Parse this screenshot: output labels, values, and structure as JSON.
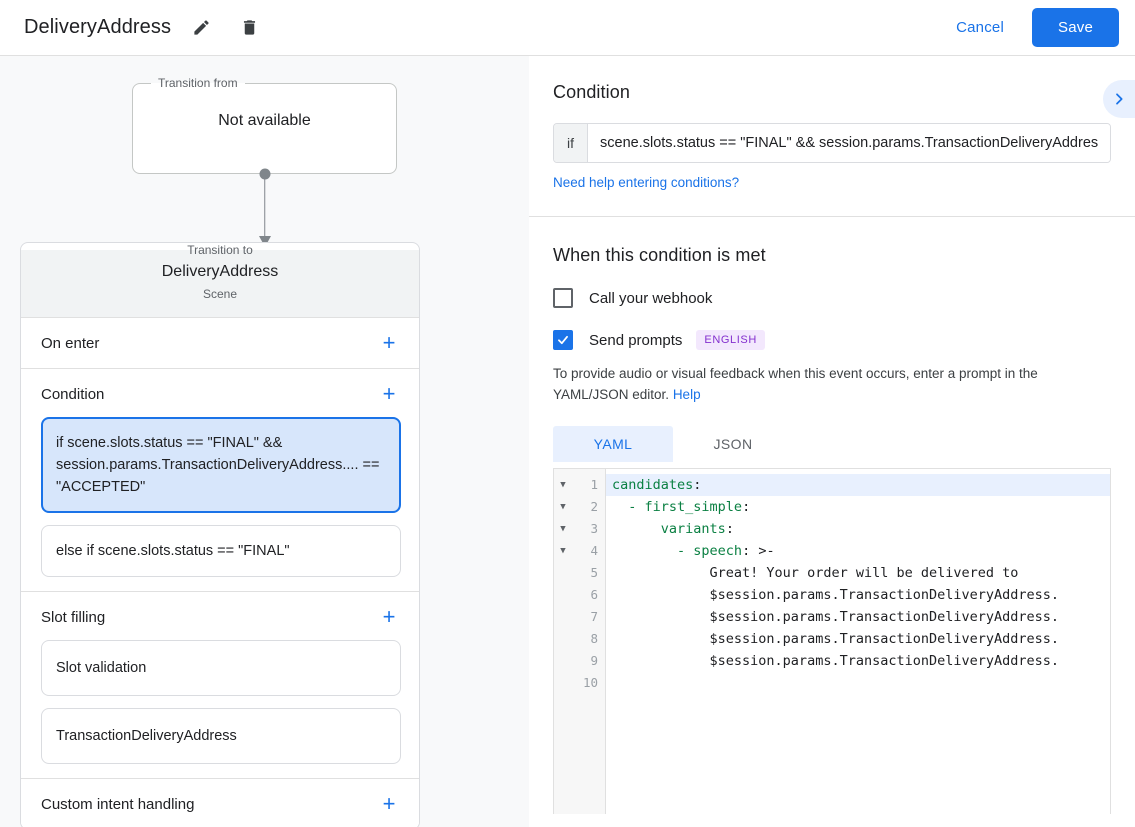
{
  "topbar": {
    "title": "DeliveryAddress",
    "edit_icon": "pencil-icon",
    "delete_icon": "trash-icon",
    "cancel_label": "Cancel",
    "save_label": "Save",
    "accent_color": "#1a73e8"
  },
  "left_panel": {
    "transition_from": {
      "legend": "Transition from",
      "value": "Not available"
    },
    "transition_to": {
      "legend": "Transition to",
      "value": "DeliveryAddress",
      "subtitle": "Scene"
    },
    "sections": [
      {
        "title": "On enter",
        "add_label": "+",
        "items": []
      },
      {
        "title": "Condition",
        "add_label": "+",
        "items": [
          {
            "text": "if scene.slots.status == \"FINAL\" && session.params.TransactionDeliveryAddress.... == \"ACCEPTED\"",
            "selected": true
          },
          {
            "text": "else if scene.slots.status == \"FINAL\"",
            "selected": false
          }
        ]
      },
      {
        "title": "Slot filling",
        "add_label": "+",
        "items": [
          {
            "text": "Slot validation",
            "selected": false
          },
          {
            "text": "TransactionDeliveryAddress",
            "selected": false
          }
        ]
      },
      {
        "title": "Custom intent handling",
        "add_label": "+",
        "items": []
      }
    ]
  },
  "right_panel": {
    "condition": {
      "heading": "Condition",
      "expand_icon": "chevron-right-icon",
      "if_label": "if",
      "value": "scene.slots.status == \"FINAL\" && session.params.TransactionDeliveryAddres",
      "help_link": "Need help entering conditions?"
    },
    "when_met": {
      "heading": "When this condition is met",
      "webhook": {
        "label": "Call your webhook",
        "checked": false
      },
      "prompts": {
        "label": "Send prompts",
        "checked": true,
        "badge": "ENGLISH"
      },
      "description": "To provide audio or visual feedback when this event occurs, enter a prompt in the YAML/JSON editor.",
      "description_link": "Help"
    },
    "editor": {
      "tabs": [
        {
          "label": "YAML",
          "active": true
        },
        {
          "label": "JSON",
          "active": false
        }
      ],
      "lines": [
        {
          "num": "1",
          "fold": true,
          "highlight": true,
          "key": "candidates",
          "indent": "",
          "rest": ":"
        },
        {
          "num": "2",
          "fold": true,
          "highlight": false,
          "key": "- first_simple",
          "indent": "  ",
          "rest": ":"
        },
        {
          "num": "3",
          "fold": true,
          "highlight": false,
          "key": "variants",
          "indent": "      ",
          "rest": ":"
        },
        {
          "num": "4",
          "fold": true,
          "highlight": false,
          "key": "- speech",
          "indent": "        ",
          "rest": ": >-"
        },
        {
          "num": "5",
          "fold": false,
          "highlight": false,
          "key": "",
          "indent": "            ",
          "rest": "Great! Your order will be delivered to"
        },
        {
          "num": "6",
          "fold": false,
          "highlight": false,
          "key": "",
          "indent": "            ",
          "rest": "$session.params.TransactionDeliveryAddress."
        },
        {
          "num": "7",
          "fold": false,
          "highlight": false,
          "key": "",
          "indent": "            ",
          "rest": "$session.params.TransactionDeliveryAddress."
        },
        {
          "num": "8",
          "fold": false,
          "highlight": false,
          "key": "",
          "indent": "            ",
          "rest": "$session.params.TransactionDeliveryAddress."
        },
        {
          "num": "9",
          "fold": false,
          "highlight": false,
          "key": "",
          "indent": "            ",
          "rest": "$session.params.TransactionDeliveryAddress."
        },
        {
          "num": "10",
          "fold": false,
          "highlight": false,
          "key": "",
          "indent": "",
          "rest": ""
        }
      ]
    }
  }
}
